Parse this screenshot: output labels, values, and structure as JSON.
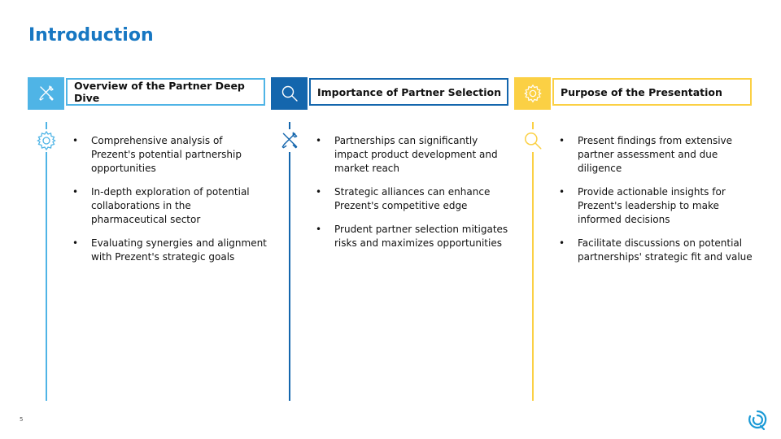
{
  "slide": {
    "title": "Introduction",
    "page_number": "5"
  },
  "colors": {
    "title": "#1777C2",
    "col1": "#4FB4E6",
    "col2": "#1466AD",
    "col3": "#FBD044"
  },
  "columns": [
    {
      "header": "Overview of the Partner Deep Dive",
      "header_icon": "tools-icon",
      "side_icon": "gear-icon",
      "bullets": [
        "Comprehensive analysis of Prezent's potential partnership opportunities",
        "In-depth exploration of potential collaborations in the pharmaceutical sector",
        "Evaluating synergies and alignment with Prezent's strategic goals"
      ]
    },
    {
      "header": "Importance of Partner Selection",
      "header_icon": "magnifier-icon",
      "side_icon": "tools-icon",
      "bullets": [
        "Partnerships can significantly impact product development and market reach",
        "Strategic alliances can enhance Prezent's competitive edge",
        "Prudent partner selection mitigates risks and maximizes opportunities"
      ]
    },
    {
      "header": "Purpose of the Presentation",
      "header_icon": "gear-icon",
      "side_icon": "magnifier-icon",
      "bullets": [
        "Present findings from extensive partner assessment and due diligence",
        "Provide actionable insights for Prezent's leadership to make informed decisions",
        "Facilitate discussions on potential partnerships' strategic fit and value"
      ]
    }
  ]
}
